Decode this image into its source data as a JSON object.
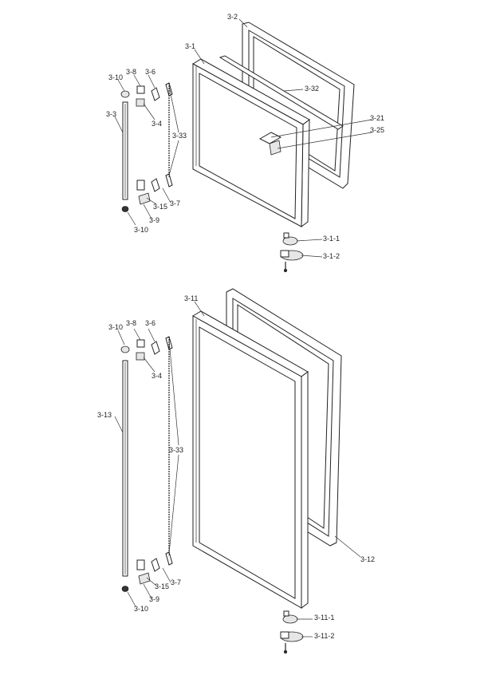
{
  "diagram": {
    "upper_door": {
      "labels": {
        "gasket": "3-2",
        "door": "3-1",
        "handle_strip": "3-32",
        "plate": "3-21",
        "block": "3-25",
        "hinge_top": "3-1-1",
        "hinge_bottom": "3-1-2",
        "rod": "3-3",
        "cap_top": "3-10",
        "cap_bottom": "3-10",
        "clip_8": "3-8",
        "clip_6": "3-6",
        "clip_4": "3-4",
        "spring": "3-33",
        "clip_15": "3-15",
        "clip_9": "3-9",
        "clip_7": "3-7"
      }
    },
    "lower_door": {
      "labels": {
        "door": "3-11",
        "gasket": "3-12",
        "hinge_top": "3-11-1",
        "hinge_bottom": "3-11-2",
        "rod": "3-13",
        "cap_top": "3-10",
        "cap_bottom": "3-10",
        "clip_8": "3-8",
        "clip_6": "3-6",
        "clip_4": "3-4",
        "spring": "3-33",
        "clip_15": "3-15",
        "clip_9": "3-9",
        "clip_7": "3-7"
      }
    }
  }
}
